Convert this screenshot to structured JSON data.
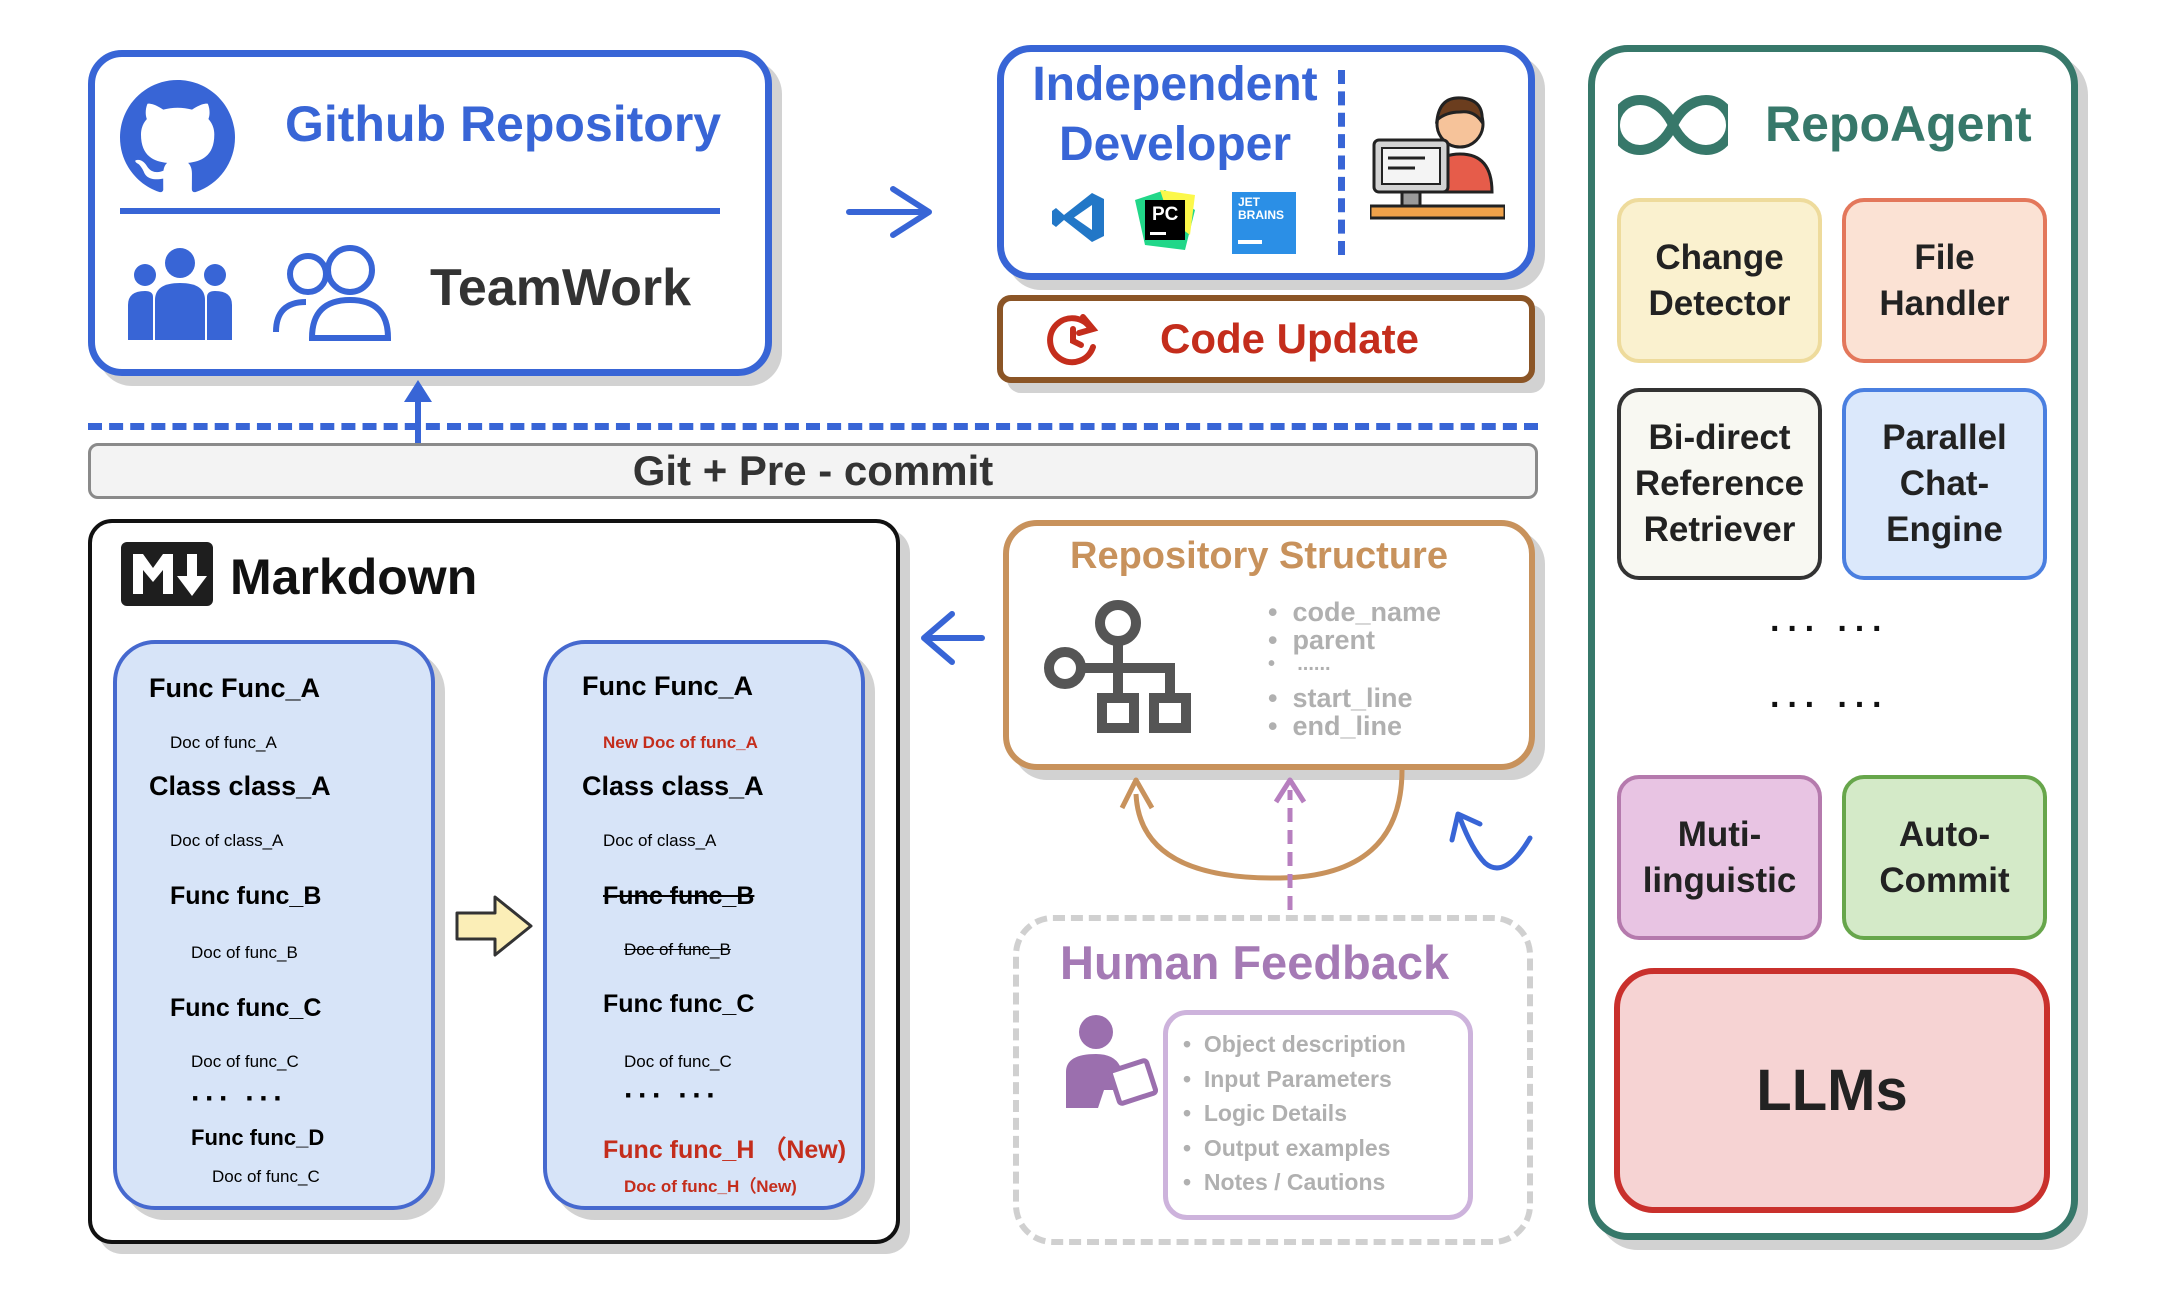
{
  "github": {
    "title": "Github Repository",
    "teamwork": "TeamWork"
  },
  "developer": {
    "title_line1": "Independent",
    "title_line2": "Developer",
    "ide_icons": [
      "vscode-icon",
      "pycharm-icon",
      "jetbrains-icon"
    ],
    "pycharm_label": "PC",
    "jetbrains_label_1": "JET",
    "jetbrains_label_2": "BRAINS"
  },
  "code_update": {
    "label": "Code Update"
  },
  "git_bar": {
    "label": "Git  +  Pre - commit"
  },
  "markdown": {
    "title": "Markdown",
    "left": {
      "items": [
        {
          "text": "Func Func_A"
        },
        {
          "text": "Doc of func_A"
        },
        {
          "text": "Class class_A"
        },
        {
          "text": "Doc of class_A"
        },
        {
          "text": "Func func_B"
        },
        {
          "text": "Doc of func_B"
        },
        {
          "text": "Func func_C"
        },
        {
          "text": "Doc of func_C"
        },
        {
          "text": "··· ···"
        },
        {
          "text": "Func func_D"
        },
        {
          "text": "Doc of func_C"
        }
      ]
    },
    "right": {
      "items": [
        {
          "text": "Func Func_A"
        },
        {
          "text": "New Doc of func_A"
        },
        {
          "text": "Class class_A"
        },
        {
          "text": "Doc of class_A"
        },
        {
          "text": "Func func_B"
        },
        {
          "text": "Doc of func_B"
        },
        {
          "text": "Func func_C"
        },
        {
          "text": "Doc of func_C"
        },
        {
          "text": "··· ···"
        },
        {
          "text": "Func func_H （New)"
        },
        {
          "text": "Doc of func_H（New)"
        }
      ]
    }
  },
  "repo_structure": {
    "title": "Repository Structure",
    "fields": [
      "code_name",
      "parent",
      "......",
      "start_line",
      "end_line"
    ]
  },
  "human_feedback": {
    "title": "Human Feedback",
    "items": [
      "Object description",
      "Input Parameters",
      "Logic Details",
      "Output examples",
      "Notes / Cautions"
    ]
  },
  "repoagent": {
    "title": "RepoAgent",
    "modules": {
      "change": "Change Detector",
      "file": "File Handler",
      "bidir": "Bi-direct Reference Retriever",
      "parallel": "Parallel Chat- Engine",
      "multi": "Muti- linguistic",
      "auto": "Auto- Commit"
    },
    "dots": "··· ···",
    "llm": "LLMs"
  },
  "colors": {
    "blue": "#3865d6",
    "brown": "#8b5526",
    "red": "#c42d1c",
    "teal": "#37786a",
    "tan": "#c8925c",
    "purple": "#a57ab5"
  }
}
